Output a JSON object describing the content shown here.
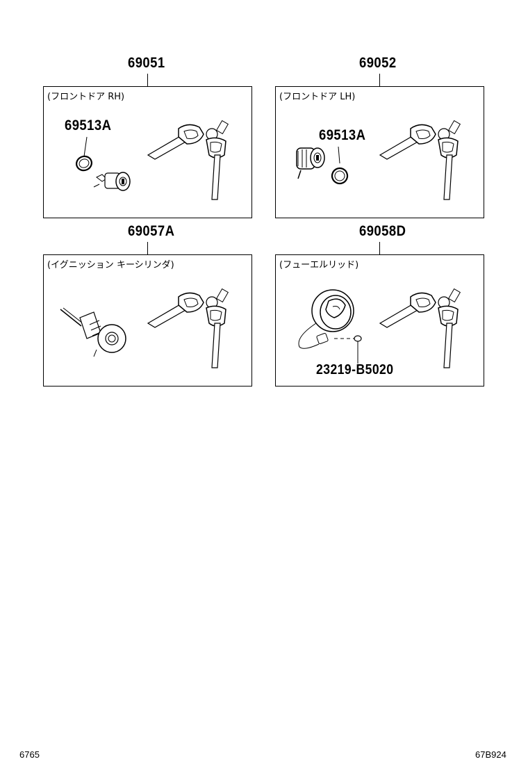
{
  "groups": [
    {
      "part_number": "69051",
      "title": "(フロントドア RH)",
      "callout": "69513A"
    },
    {
      "part_number": "69052",
      "title": "(フロントドア LH)",
      "callout": "69513A"
    },
    {
      "part_number": "69057A",
      "title": "(イグニッション キーシリンダ)"
    },
    {
      "part_number": "69058D",
      "title": "(フューエルリッド)",
      "callout": "23219-B5020"
    }
  ],
  "footer": {
    "left_code": "6765",
    "right_code": "67B924"
  }
}
